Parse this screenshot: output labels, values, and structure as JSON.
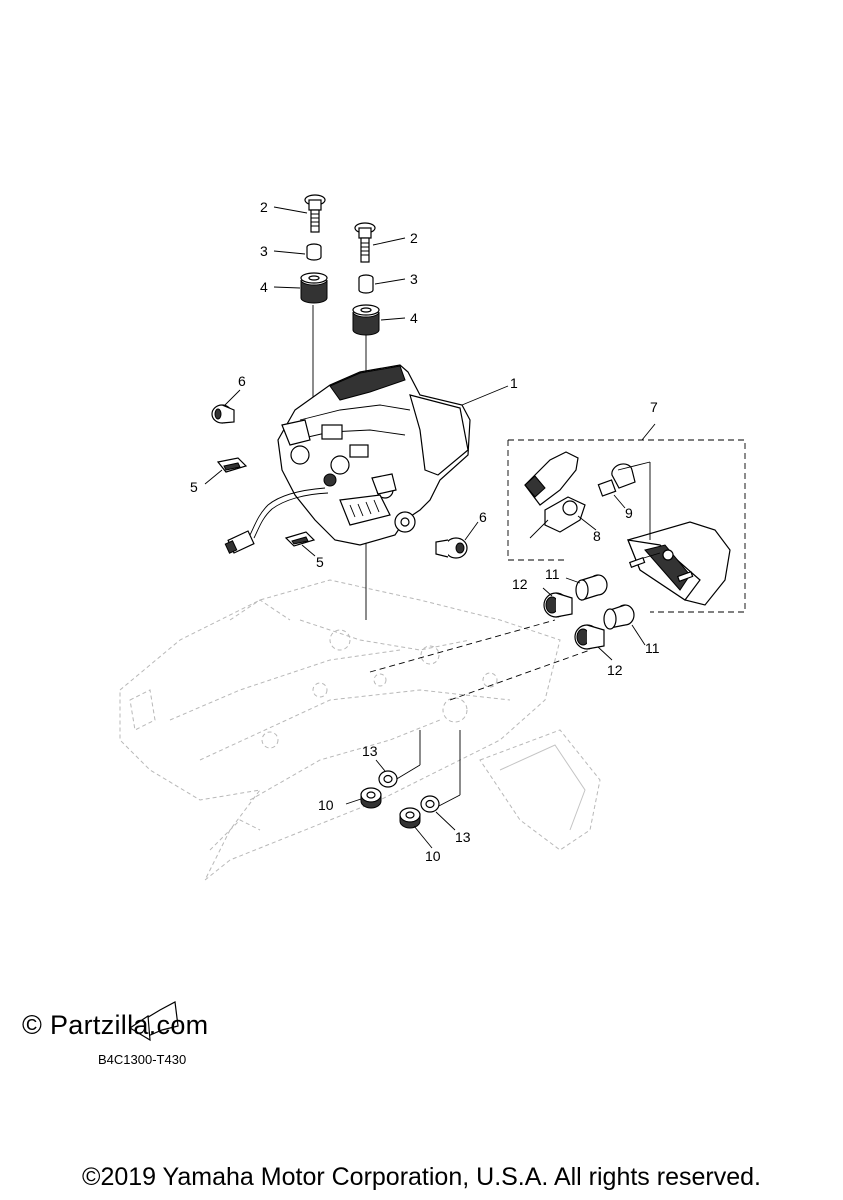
{
  "callouts": {
    "c1": "1",
    "c2a": "2",
    "c2b": "2",
    "c3a": "3",
    "c3b": "3",
    "c4a": "4",
    "c4b": "4",
    "c5a": "5",
    "c5b": "5",
    "c6a": "6",
    "c6b": "6",
    "c7": "7",
    "c8": "8",
    "c9": "9",
    "c10a": "10",
    "c10b": "10",
    "c11a": "11",
    "c11b": "11",
    "c12a": "12",
    "c12b": "12",
    "c13a": "13",
    "c13b": "13"
  },
  "watermark": "© Partzilla.com",
  "diagram_code": "B4C1300-T430",
  "copyright": "©2019 Yamaha Motor Corporation, U.S.A. All rights reserved."
}
